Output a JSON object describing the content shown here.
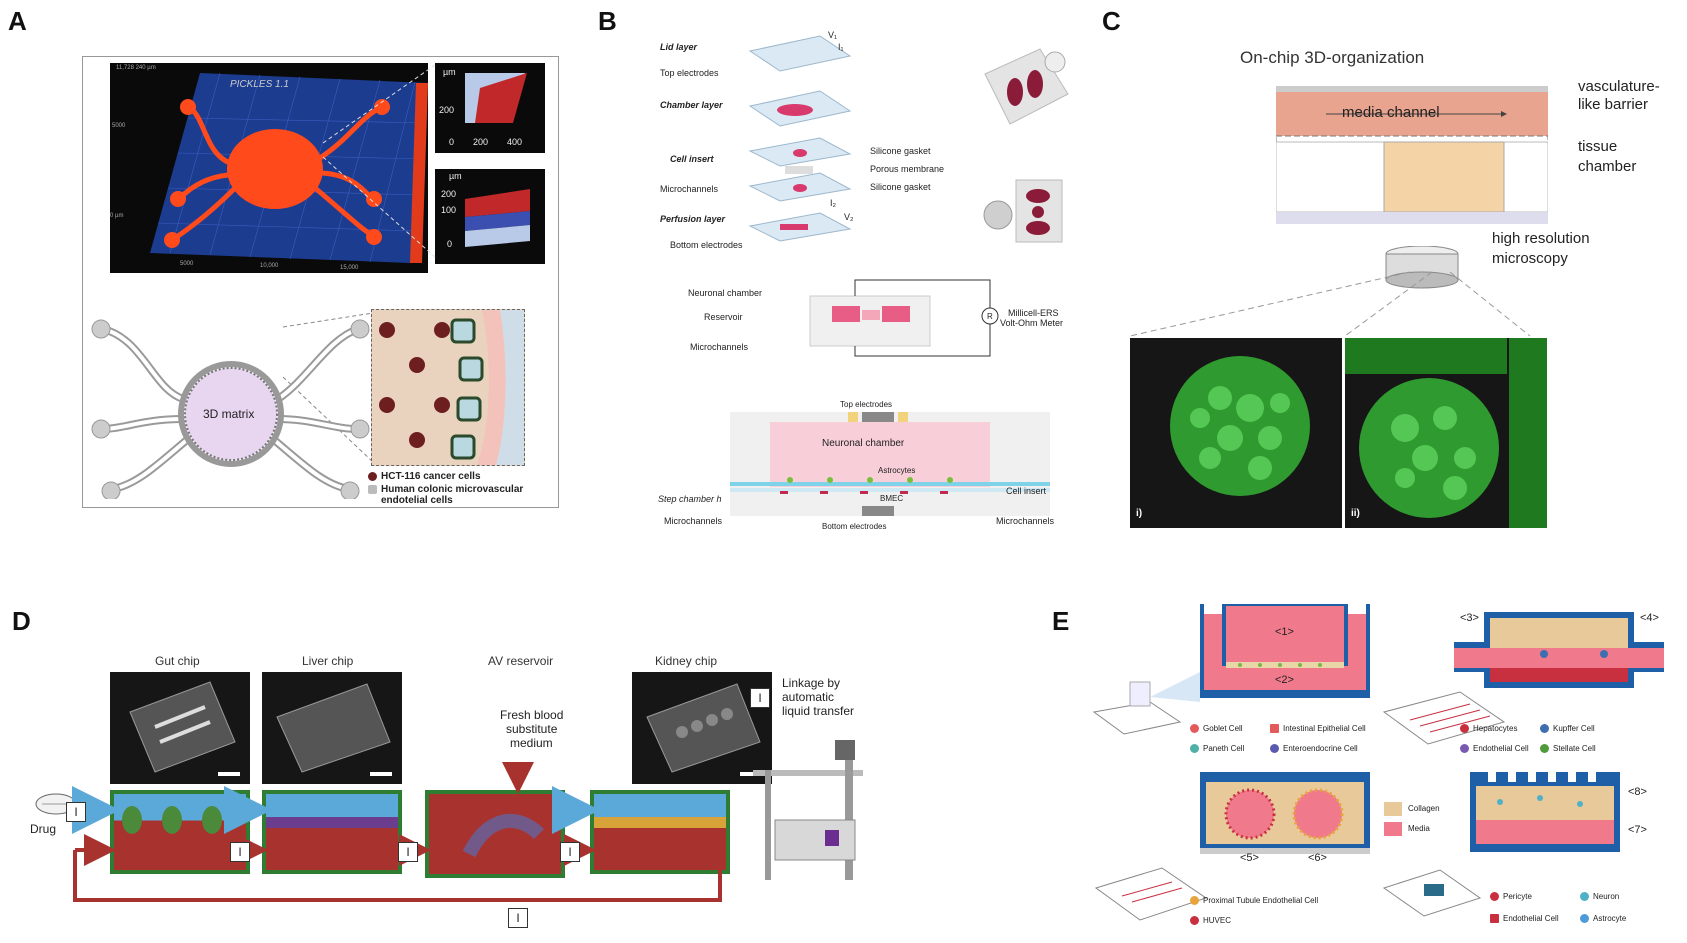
{
  "panel_labels": {
    "a": "A",
    "b": "B",
    "c": "C",
    "d": "D",
    "e": "E"
  },
  "panel_a": {
    "chip_name": "PICKLES 1.1",
    "dim_text": "11,728 240 µm",
    "axis_y": "µm",
    "axis_tick_0": "0",
    "axis_tick_5000": "5000",
    "axis_tick_10000": "10,000",
    "axis_tick_15000": "15,000",
    "y_tick_0": "0 µm",
    "y_tick_5000": "5000",
    "inset1_unit": "µm",
    "inset1_y": "200",
    "inset1_x0": "0",
    "inset1_x1": "200",
    "inset1_x2": "400",
    "inset2_unit": "µm",
    "inset2_y1": "200",
    "inset2_y2": "100",
    "inset2_y3": "0",
    "center_label": "3D matrix",
    "legend_1": "HCT-116 cancer cells",
    "legend_2": "Human colonic microvascular",
    "legend_3": "endotelial cells"
  },
  "panel_b": {
    "lid_layer": "Lid layer",
    "top_electrodes": "Top electrodes",
    "chamber_layer": "Chamber layer",
    "cell_insert": "Cell insert",
    "microchannels": "Microchannels",
    "perfusion_layer": "Perfusion layer",
    "bottom_electrodes": "Bottom electrodes",
    "silicone_gasket_1": "Silicone gasket",
    "porous_membrane": "Porous membrane",
    "silicone_gasket_2": "Silicone gasket",
    "v1": "V₁",
    "i1": "I₁",
    "i2": "I₂",
    "v2": "V₂",
    "neuronal_chamber": "Neuronal chamber",
    "reservoir": "Reservoir",
    "microchannels_2": "Microchannels",
    "meter_1": "Millicell-ERS",
    "meter_2": "Volt-Ohm Meter",
    "r_symbol": "R",
    "top_electrodes_2": "Top electrodes",
    "neuronal_chamber_2": "Neuronal chamber",
    "astrocytes": "Astrocytes",
    "cell_insert_2": "Cell insert",
    "step_chamber": "Step chamber h",
    "bmec": "BMEC",
    "microchannels_left": "Microchannels",
    "microchannels_right": "Microchannels",
    "bottom_electrodes_2": "Bottom electrodes"
  },
  "panel_c": {
    "title": "On-chip 3D-organization",
    "media_channel": "media channel",
    "barrier_1": "vasculature-",
    "barrier_2": "like barrier",
    "tissue_1": "tissue",
    "tissue_2": "chamber",
    "micro_1": "high resolution",
    "micro_2": "microscopy",
    "img_1": "i)",
    "img_2": "ii)"
  },
  "panel_d": {
    "gut_chip": "Gut chip",
    "liver_chip": "Liver chip",
    "av_reservoir": "AV reservoir",
    "kidney_chip": "Kidney chip",
    "fresh_1": "Fresh blood",
    "fresh_2": "substitute",
    "fresh_3": "medium",
    "drug": "Drug",
    "linkage_1": "Linkage by",
    "linkage_2": "automatic",
    "linkage_3": "liquid transfer",
    "i_symbol": "I"
  },
  "panel_e": {
    "n1": "<1>",
    "n2": "<2>",
    "n3": "<3>",
    "n4": "<4>",
    "n5": "<5>",
    "n6": "<6>",
    "n7": "<7>",
    "n8": "<8>",
    "goblet": "Goblet Cell",
    "intestinal": "Intestinal Epithelial Cell",
    "paneth": "Paneth Cell",
    "entero": "Enteroendocrine Cell",
    "hepatocytes": "Hepatocytes",
    "kupffer": "Kupffer Cell",
    "endothelial": "Endothelial Cell",
    "stellate": "Stellate Cell",
    "collagen": "Collagen",
    "media": "Media",
    "proximal": "Proximal Tubule Endothelial Cell",
    "huvec": "HUVEC",
    "pericyte": "Pericyte",
    "neuron": "Neuron",
    "endothelial_2": "Endothelial Cell",
    "astrocyte": "Astrocyte"
  },
  "colors": {
    "chip_red": "#ff4a1c",
    "blue_bg": "#1a3a8a",
    "pink": "#f3a7b8",
    "green_frame": "#2e7d32",
    "dark_red_arrow": "#a8332e",
    "light_blue_arrow": "#5aa9d8",
    "e_blue": "#1f5fa8",
    "e_pink": "#f07a8c",
    "collagen_tan": "#e8c99a"
  }
}
